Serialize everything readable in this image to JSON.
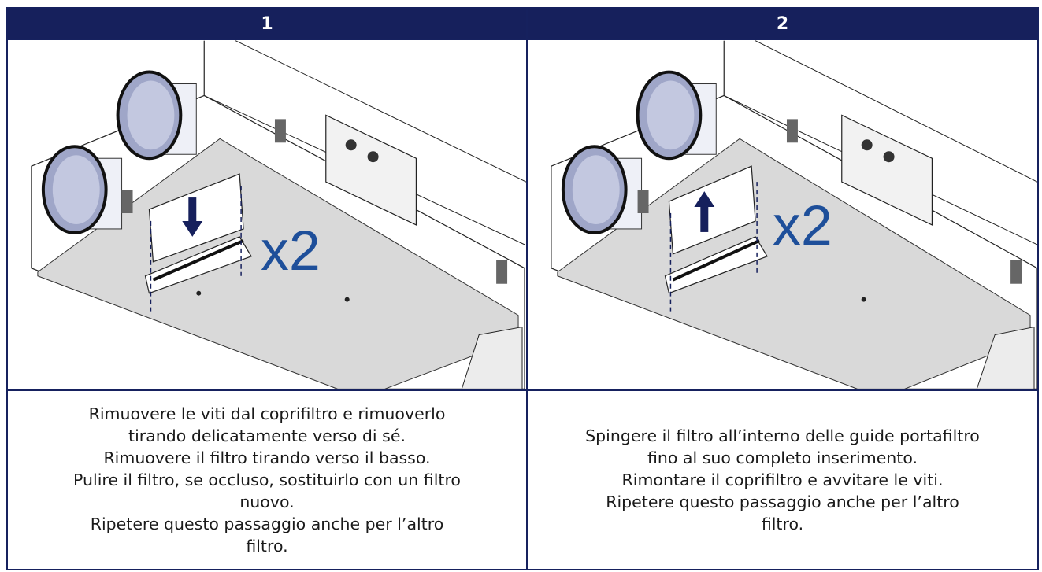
{
  "steps": [
    {
      "number": "1",
      "arrow": "down-arrow",
      "multiplier": "x2",
      "lines": [
        "Rimuovere le viti dal coprifiltro e rimuoverlo",
        "tirando delicatamente verso di sé.",
        "Rimuovere il filtro tirando verso il basso.",
        "Pulire il filtro, se occluso, sostituirlo con un filtro",
        "nuovo.",
        "Ripetere questo passaggio anche per l’altro",
        "filtro."
      ]
    },
    {
      "number": "2",
      "arrow": "up-arrow",
      "multiplier": "x2",
      "lines": [
        "Spingere il filtro all’interno delle guide portafiltro",
        "fino al suo completo inserimento.",
        "Rimontare il coprifiltro e avvitare le viti.",
        "Ripetere questo passaggio anche per l’altro",
        "filtro."
      ]
    }
  ],
  "colors": {
    "header": "#16205c",
    "arrow": "#16205c",
    "multiplier": "#1e4f9a",
    "panel": "#d9d9d9",
    "duct": "#9fa6c8"
  }
}
